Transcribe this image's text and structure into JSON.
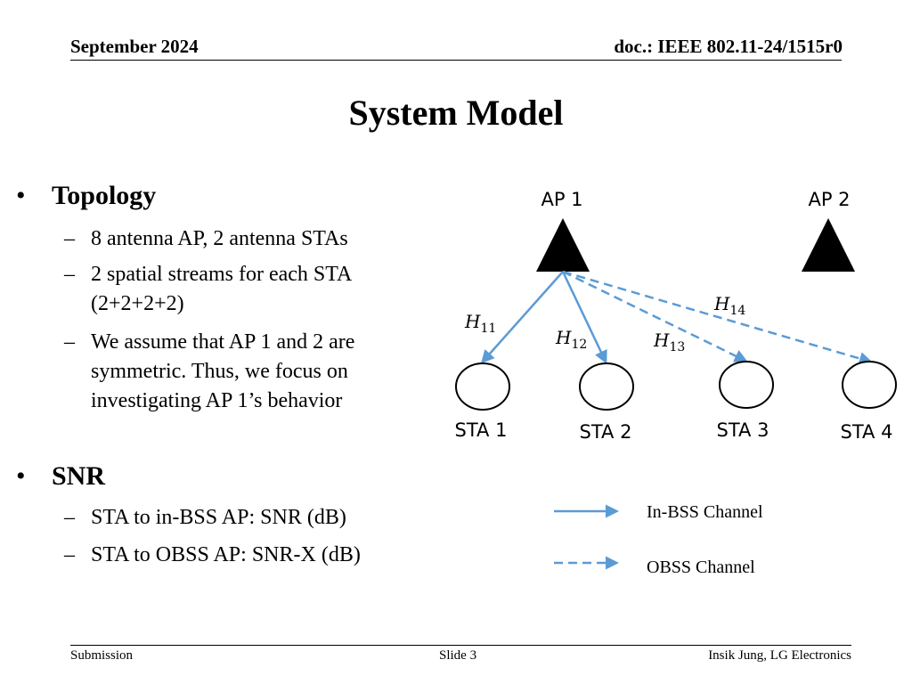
{
  "header": {
    "date": "September 2024",
    "doc": "doc.: IEEE 802.11-24/1515r0"
  },
  "title": "System Model",
  "sections": [
    {
      "heading": "Topology",
      "items": [
        "8 antenna AP, 2 antenna STAs",
        "2 spatial streams for each STA (2+2+2+2)",
        "We assume that AP 1 and 2 are symmetric. Thus, we focus on investigating AP 1’s behavior"
      ]
    },
    {
      "heading": "SNR",
      "items": [
        "STA to in-BSS AP: SNR (dB)",
        "STA to OBSS AP: SNR-X (dB)"
      ]
    }
  ],
  "diagram": {
    "aps": [
      "AP 1",
      "AP 2"
    ],
    "stas": [
      "STA 1",
      "STA 2",
      "STA 3",
      "STA 4"
    ],
    "channels": [
      {
        "letter": "H",
        "sub": "11"
      },
      {
        "letter": "H",
        "sub": "12"
      },
      {
        "letter": "H",
        "sub": "13"
      },
      {
        "letter": "H",
        "sub": "14"
      }
    ],
    "colors": {
      "line": "#5b9bd5",
      "shape": "#000000"
    },
    "legend": {
      "in_bss": "In-BSS Channel",
      "obss": "OBSS Channel"
    }
  },
  "footer": {
    "left": "Submission",
    "center": "Slide 3",
    "right": "Insik Jung, LG Electronics"
  }
}
